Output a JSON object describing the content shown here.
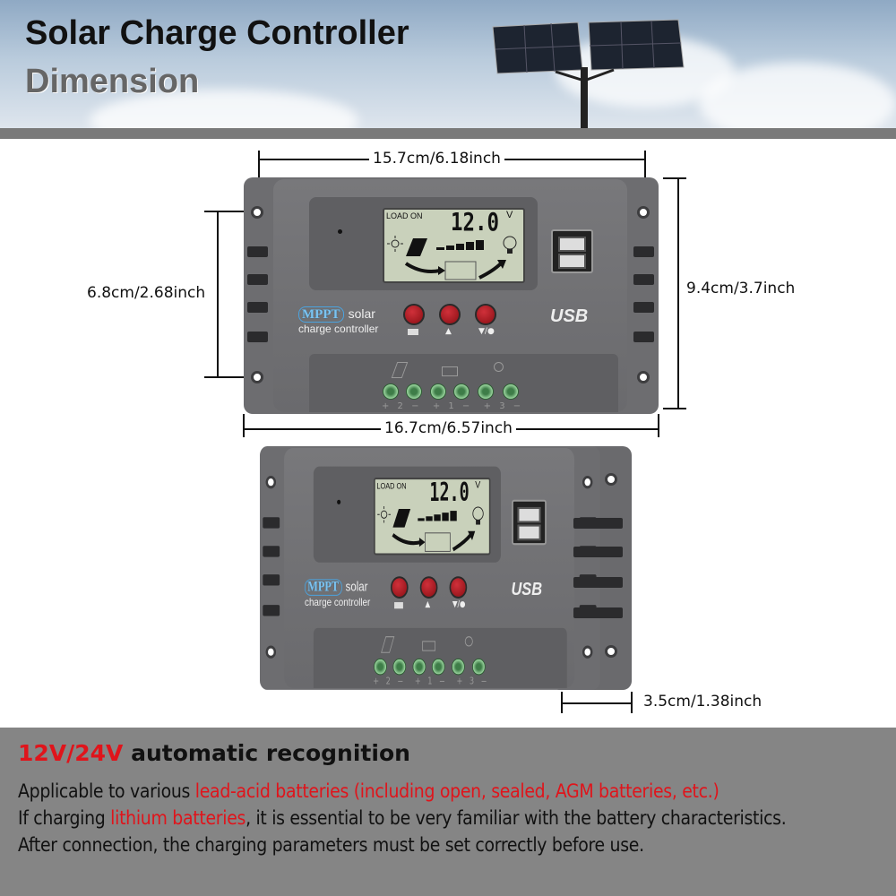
{
  "header": {
    "title": "Solar Charge Controller",
    "subtitle": "Dimension"
  },
  "dimensions": {
    "top_width": "15.7cm/6.18inch",
    "hole_height": "6.8cm/2.68inch",
    "total_height": "9.4cm/3.7inch",
    "total_width": "16.7cm/6.57inch",
    "depth": "3.5cm/1.38inch"
  },
  "device": {
    "lcd_status": "LOAD ON",
    "lcd_value": "12.0",
    "lcd_unit": "V",
    "brand_logo": "MPPT",
    "brand_line1": "solar",
    "brand_line2": "charge controller",
    "usb_logo": "USB",
    "terminal_labels": "+ 2 −  + 1 −  + 3 −"
  },
  "footer": {
    "heading_red": "12V/24V",
    "heading_rest": " automatic recognition",
    "line1_a": "Applicable to various ",
    "line1_red": "lead-acid batteries (including open, sealed, AGM batteries, etc.)",
    "line2_a": "If charging ",
    "line2_red": "lithium batteries",
    "line2_b": ", it is essential to be very familiar with the battery characteristics. After connection, the charging parameters must be set correctly before use."
  },
  "colors": {
    "accent_red": "#e0141b",
    "device_gray": "#6d6d70",
    "lcd_green": "#c9d1bb",
    "footer_gray": "#858585"
  }
}
